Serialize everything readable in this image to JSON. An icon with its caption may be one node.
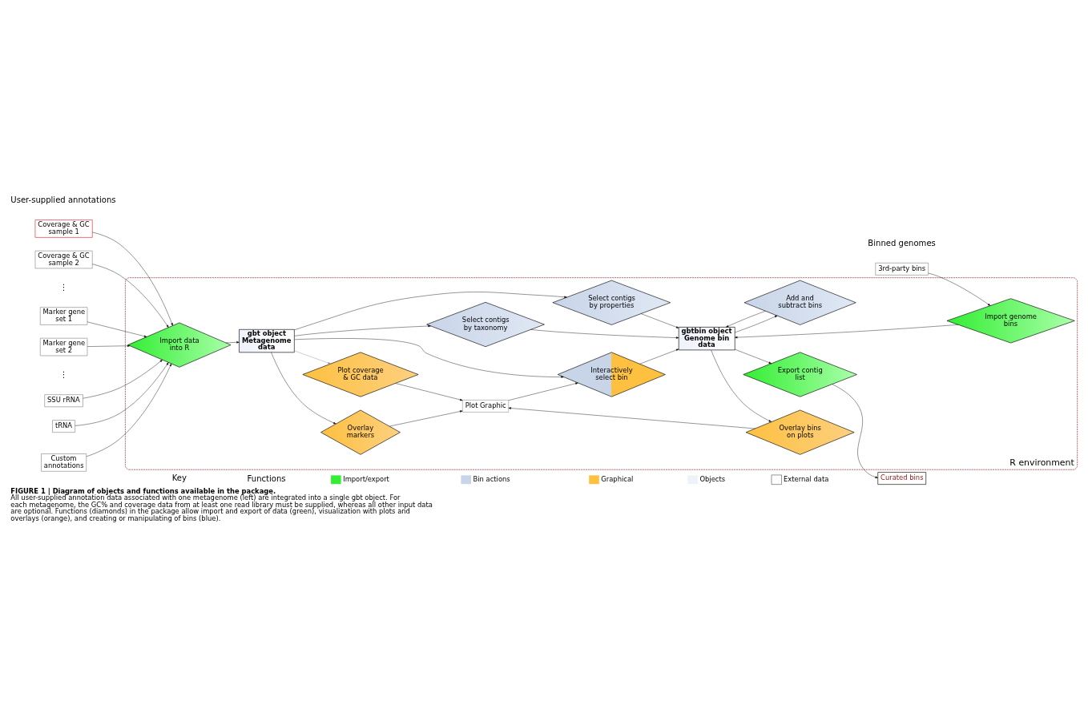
{
  "diagram": {
    "caption": "**FIGURE 1 | Diagram of objects and functions available in the package.** All user-supplied annotation data associated with one metagenome (left) are integrated into a single gbt object. For each metagenome, the GC% and coverage data from at least one read library must be supplied, whereas all other input data are optional. Functions (diamonds) in the package allow import and export of data (green), visualization with plots and overlays (orange), and creating or manipulating of bins (blue).",
    "nodes": [
      {
        "text": [
          "R environment"
        ]
      },
      {
        "text": [
          "Coverage & GC sample 1"
        ]
      },
      {
        "text": [
          "Coverage & GC sample 2"
        ]
      },
      {
        "text": [
          "Marker gene set 1"
        ]
      },
      {
        "text": [
          "Marker gene set 2"
        ]
      },
      {
        "text": [
          "SSU rRNA"
        ]
      },
      {
        "text": [
          "tRNA"
        ]
      },
      {
        "text": [
          "Custom annotations"
        ]
      },
      {
        "text": [
          "Import data into R"
        ],
        "in": 0
      },
      {
        "text": [
          "gbt object Metagenome data"
        ],
        "in": 0
      },
      {
        "text": [
          "Overlay markers"
        ],
        "in": 0
      },
      {
        "text": [
          "Plot coverage & GC data"
        ],
        "in": 0
      },
      {
        "text": [
          "Plot Graphic"
        ],
        "in": 0
      },
      {
        "text": [
          "Interactively select bin"
        ],
        "in": 0
      },
      {
        "text": [
          "Select contigs by taxonomy"
        ],
        "in": 0
      },
      {
        "text": [
          "Select contigs by properties"
        ],
        "in": 0
      },
      {
        "text": [
          "gbtbin object Genome bin data"
        ],
        "in": 0
      },
      {
        "text": [
          "Add and subtract bins"
        ],
        "in": 0
      },
      {
        "text": [
          "Overlay bins on plots"
        ],
        "in": 0
      },
      {
        "text": [
          "Import genome bins"
        ],
        "in": 0
      },
      {
        "text": [
          "Export contig list"
        ],
        "in": 0
      },
      {
        "text": [
          "3rd-party bins"
        ]
      },
      {
        "text": [
          "Curated bins"
        ]
      }
    ],
    "edges": [
      {
        "from": 1,
        "to": 8,
        "arrow": "to"
      },
      {
        "from": 2,
        "to": 8,
        "arrow": "to"
      },
      {
        "from": 3,
        "to": 8,
        "arrow": "to"
      },
      {
        "from": 4,
        "to": 8,
        "arrow": "to"
      },
      {
        "from": 5,
        "to": 8,
        "arrow": "to"
      },
      {
        "from": 6,
        "to": 8,
        "arrow": "to"
      },
      {
        "from": 7,
        "to": 8,
        "arrow": "to"
      },
      {
        "from": 8,
        "to": 9,
        "arrow": "to"
      },
      {
        "from": 9,
        "to": 10,
        "arrow": "to"
      },
      {
        "from": 9,
        "to": 11,
        "arrow": "to",
        "color": "#888888"
      },
      {
        "from": 9,
        "to": 13,
        "arrow": "to"
      },
      {
        "from": 9,
        "to": 14,
        "arrow": "to"
      },
      {
        "from": 9,
        "to": 15,
        "arrow": "to"
      },
      {
        "from": 10,
        "to": 12,
        "arrow": "to"
      },
      {
        "from": 11,
        "to": 12,
        "arrow": "to"
      },
      {
        "from": 12,
        "to": 13,
        "arrow": "to"
      },
      {
        "from": 13,
        "to": 16,
        "arrow": "to"
      },
      {
        "from": 14,
        "to": 16,
        "arrow": "to"
      },
      {
        "from": 15,
        "to": 16,
        "arrow": "to"
      },
      {
        "from": 16,
        "to": 18,
        "arrow": "to"
      },
      {
        "from": 18,
        "to": 12,
        "arrow": "to"
      },
      {
        "from": 17,
        "to": 16,
        "arrow": "to"
      },
      {
        "from": 16,
        "to": 17,
        "arrow": "to"
      },
      {
        "from": 21,
        "to": 19,
        "arrow": "to"
      },
      {
        "from": 19,
        "to": 16,
        "arrow": "to"
      },
      {
        "from": 16,
        "to": 20,
        "arrow": "to"
      },
      {
        "from": 20,
        "to": 22,
        "arrow": "to"
      }
    ],
    "labels": [
      "User-supplied annotations",
      "⋮",
      "⋮",
      "Binned genomes",
      "Key",
      "Functions"
    ],
    "legend": [
      {
        "text": "Import/export",
        "color": "#33ee33"
      },
      {
        "text": "Bin actions",
        "color": "#c8d4e8"
      },
      {
        "text": "Graphical",
        "color": "#fdc040"
      },
      {
        "text": "Objects",
        "color": "#eef2fa"
      },
      {
        "text": "External data"
      }
    ]
  }
}
